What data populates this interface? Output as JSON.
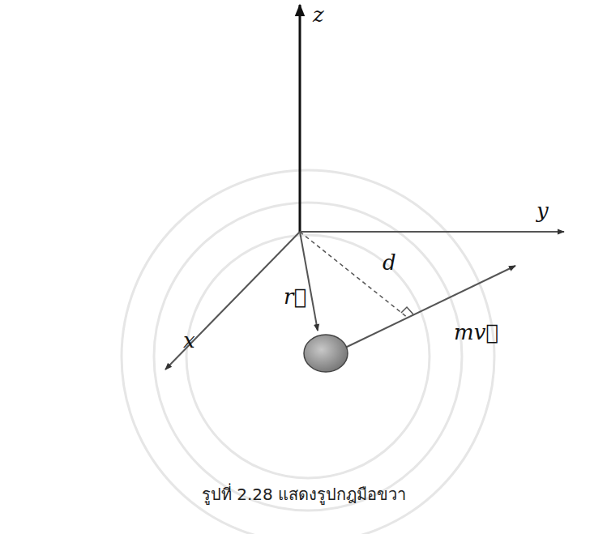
{
  "diagram": {
    "caption": "รูปที่ 2.28 แสดงรูปกฎมือขวา",
    "labels": [
      "z",
      "y",
      "x",
      "r⃗",
      "d",
      "mv⃗"
    ]
  }
}
